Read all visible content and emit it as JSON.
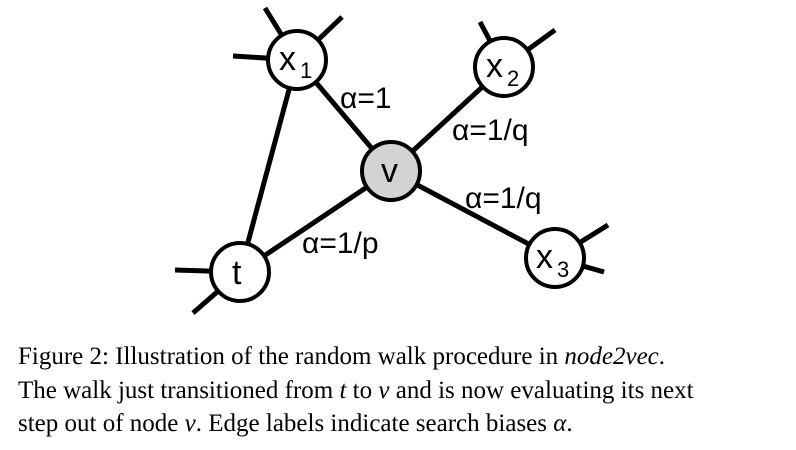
{
  "diagram": {
    "nodes": {
      "x1": {
        "label": "x",
        "sub": "1",
        "fill": "#ffffff"
      },
      "x2": {
        "label": "x",
        "sub": "2",
        "fill": "#ffffff"
      },
      "x3": {
        "label": "x",
        "sub": "3",
        "fill": "#ffffff"
      },
      "v": {
        "label": "v",
        "sub": "",
        "fill": "#d3d3d3"
      },
      "t": {
        "label": "t",
        "sub": "",
        "fill": "#ffffff"
      }
    },
    "edges": [
      {
        "from": "t",
        "to": "x1",
        "label": ""
      },
      {
        "from": "x1",
        "to": "v",
        "label": "α=1"
      },
      {
        "from": "v",
        "to": "x2",
        "label": "α=1/q"
      },
      {
        "from": "v",
        "to": "x3",
        "label": "α=1/q"
      },
      {
        "from": "t",
        "to": "v",
        "label": "α=1/p"
      }
    ]
  },
  "caption": {
    "figure_label": "Figure 2:",
    "line1_text": "Illustration of the random walk procedure in",
    "line1_italic": "node2vec",
    "line1_end": ".",
    "line2_a": "The walk just transitioned from",
    "line2_t": "t",
    "line2_b": "to",
    "line2_v": "v",
    "line2_c": "and is now evaluating its next",
    "line3_a": "step out of node",
    "line3_v": "v",
    "line3_b": ". Edge labels indicate search biases",
    "line3_alpha": "α",
    "line3_end": "."
  }
}
